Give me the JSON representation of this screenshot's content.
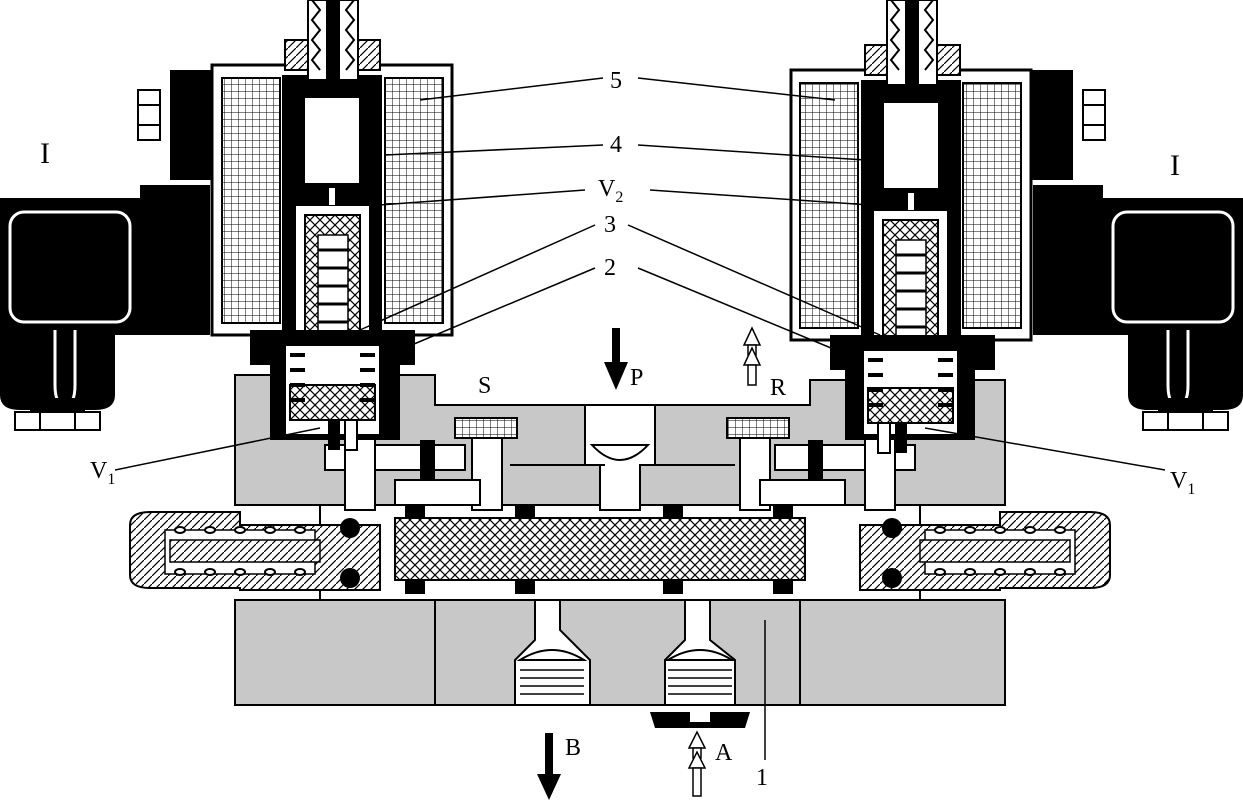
{
  "labels": {
    "solenoid_left": "I",
    "solenoid_right": "I",
    "part_5": "5",
    "part_4": "4",
    "part_3": "3",
    "part_2": "2",
    "part_1": "1",
    "valve_v2": "V",
    "valve_v2_sub": "2",
    "valve_v1_left": "V",
    "valve_v1_left_sub": "1",
    "valve_v1_right": "V",
    "valve_v1_right_sub": "1",
    "port_s": "S",
    "port_p": "P",
    "port_r": "R",
    "port_a": "A",
    "port_b": "B"
  },
  "colors": {
    "body_gray": "#c8c8c8",
    "black": "#000000",
    "white": "#ffffff"
  }
}
